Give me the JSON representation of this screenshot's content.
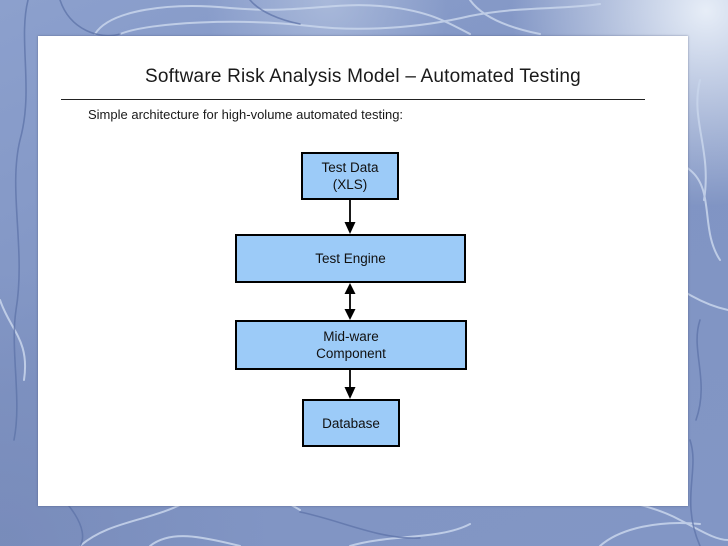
{
  "slide": {
    "title": "Software Risk Analysis Model – Automated Testing",
    "subtitle": "Simple architecture for high-volume automated testing:"
  },
  "diagram": {
    "type": "flowchart",
    "boxes": [
      {
        "id": "test-data",
        "label": "Test Data\n(XLS)"
      },
      {
        "id": "test-engine",
        "label": "Test Engine"
      },
      {
        "id": "mid-ware",
        "label": "Mid-ware\nComponent"
      },
      {
        "id": "database",
        "label": "Database"
      }
    ],
    "connectors": [
      {
        "from": "test-data",
        "to": "test-engine",
        "direction": "down",
        "arrowheads": "single"
      },
      {
        "from": "test-engine",
        "to": "mid-ware",
        "direction": "both",
        "arrowheads": "double"
      },
      {
        "from": "mid-ware",
        "to": "database",
        "direction": "down",
        "arrowheads": "single"
      }
    ],
    "box_fill_color": "#9CCBF8",
    "box_border_color": "#000000",
    "arrow_color": "#000000"
  },
  "colors": {
    "background_blue": "#8094C3",
    "background_vein_light": "#C7D4EA",
    "background_vein_dark": "#5D73A8",
    "slide_background": "#FFFFFF",
    "title_text": "#1A1A1A"
  }
}
